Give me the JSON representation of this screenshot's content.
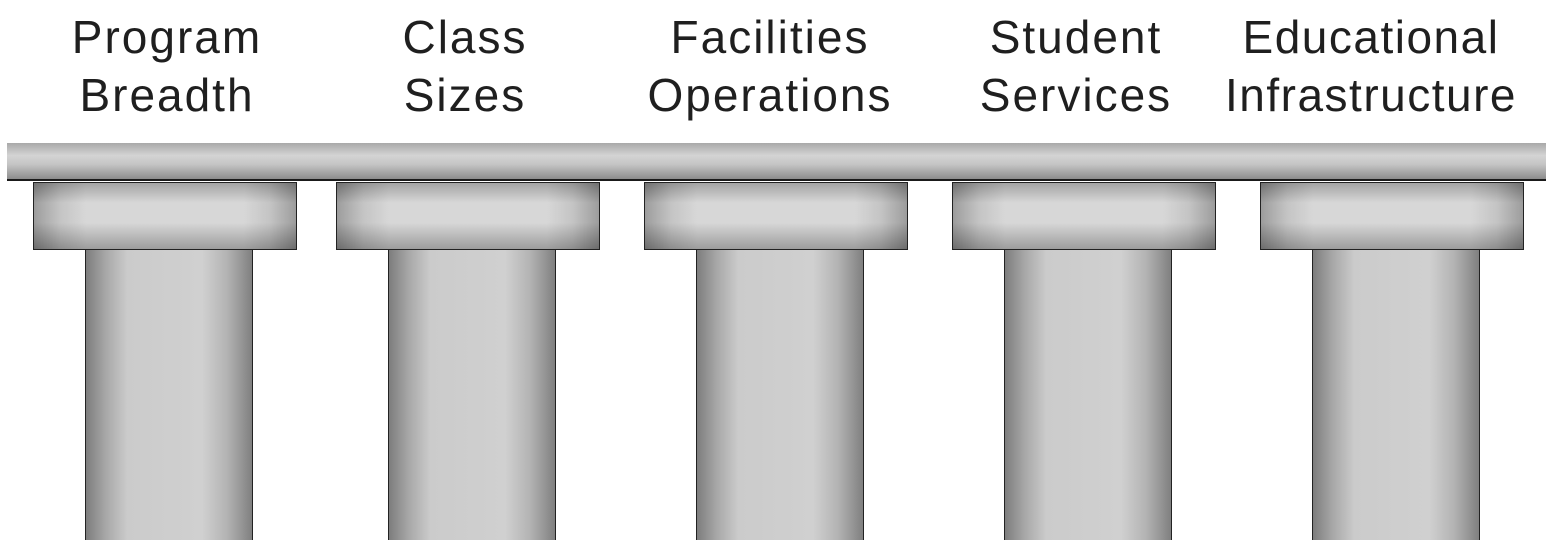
{
  "pillars": [
    {
      "line1": "Program",
      "line2": "Breadth"
    },
    {
      "line1": "Class",
      "line2": "Sizes"
    },
    {
      "line1": "Facilities",
      "line2": "Operations"
    },
    {
      "line1": "Student",
      "line2": "Services"
    },
    {
      "line1": "Educational",
      "line2": "Infrastructure"
    }
  ],
  "colors": {
    "label_text": "#1f1f1f",
    "stone_light": "#d2d2d2",
    "stone_dark": "#808080",
    "outline": "#222222"
  }
}
